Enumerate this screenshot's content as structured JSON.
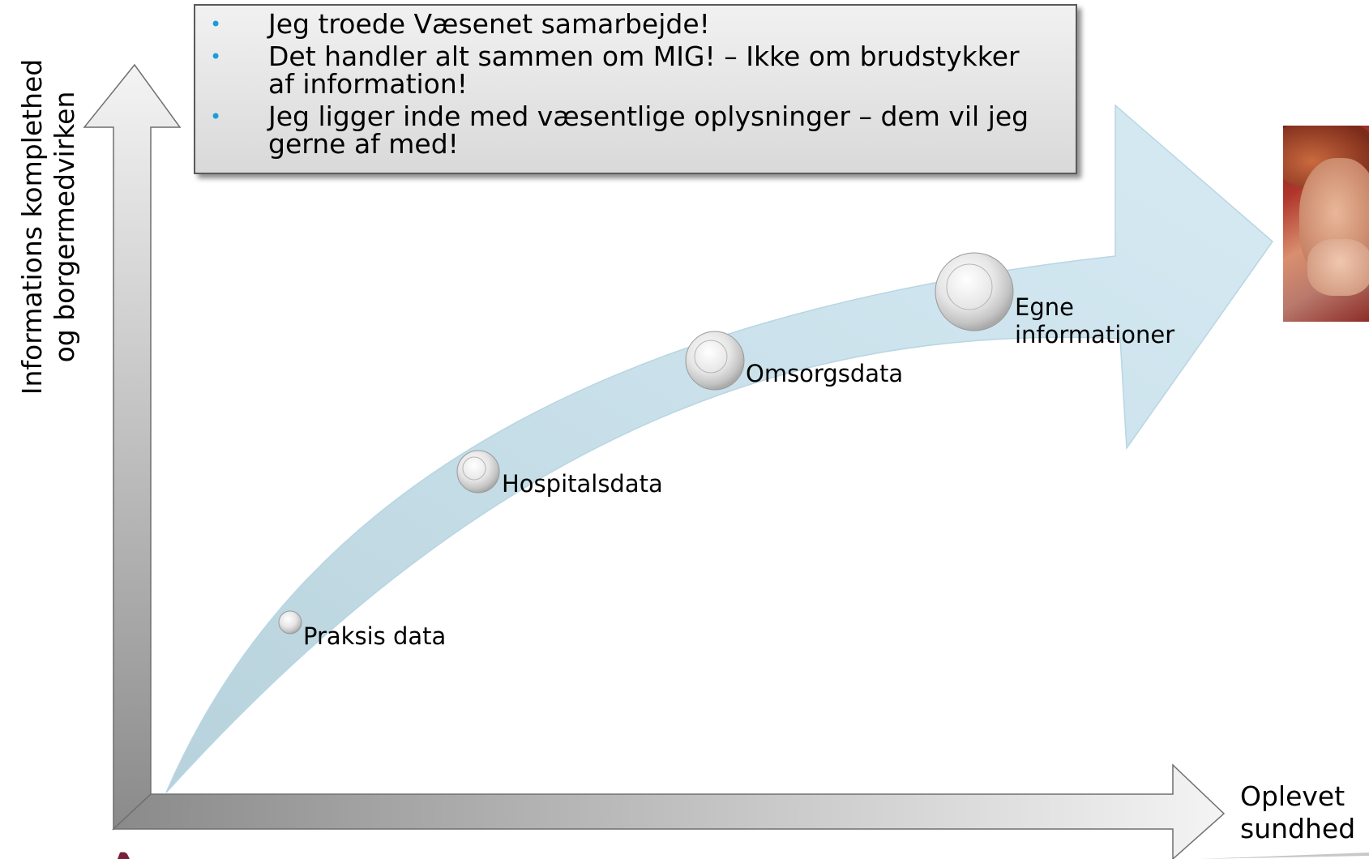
{
  "y_axis_label": [
    "Informations komplethed",
    "og borgermedvirken"
  ],
  "x_axis_label": [
    "Oplevet",
    "sundhed"
  ],
  "callout": {
    "bullets": [
      "Jeg troede Væsenet samarbejde!",
      "Det handler alt sammen om MIG! – Ikke om brudstykker af information!",
      "Jeg ligger inde med væsentlige oplysninger – dem vil jeg gerne af med!"
    ]
  },
  "nodes": [
    {
      "label": "Praksis data"
    },
    {
      "label": "Hospitalsdata"
    },
    {
      "label": "Omsorgsdata"
    },
    {
      "label": "Egne informationer"
    }
  ],
  "colors": {
    "growth_arrow": "#cfe6f0",
    "axis_dark": "#8a8a8a",
    "axis_light": "#f2f2f2",
    "bullet": "#1f9bd6",
    "callout_border": "#5a5a5a"
  },
  "image": {
    "description_icon": "woman-blowing-kiss-photo"
  }
}
